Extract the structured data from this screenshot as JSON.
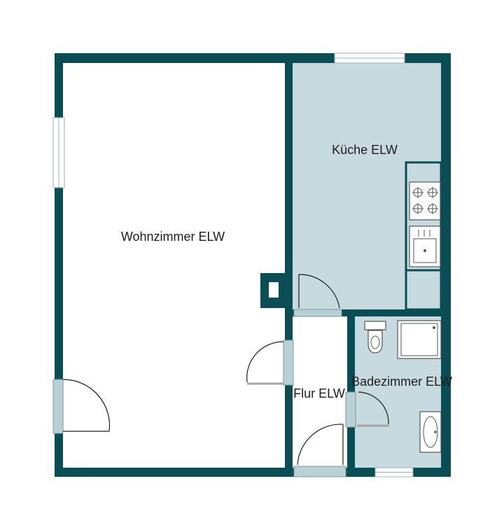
{
  "plan": {
    "colors": {
      "wall": "#0a4d55",
      "wet_room_fill": "#c7dadf",
      "dry_room_fill": "#ffffff"
    },
    "rooms": {
      "wohnzimmer": "Wohnzimmer ELW",
      "kueche": "Küche ELW",
      "flur": "Flur ELW",
      "bad": "Badezimmer ELW"
    },
    "fixtures": [
      "stove-icon",
      "kitchen-sink-icon",
      "toilet-icon",
      "shower-tray-icon",
      "washbasin-icon"
    ]
  }
}
